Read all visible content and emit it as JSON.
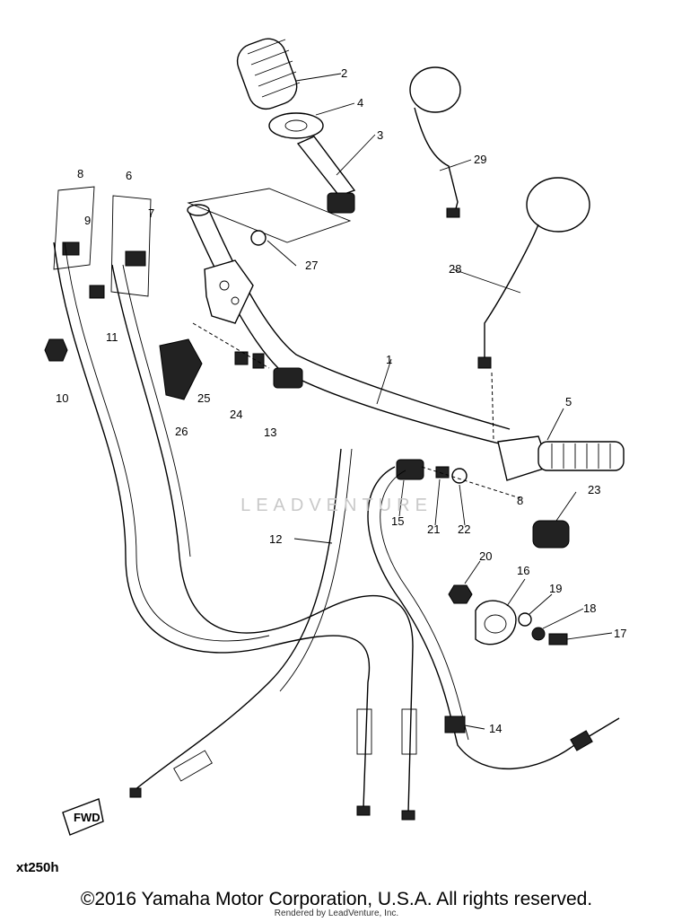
{
  "diagram": {
    "callouts": [
      "2",
      "4",
      "3",
      "29",
      "8",
      "6",
      "9",
      "7",
      "27",
      "28",
      "11",
      "10",
      "26",
      "25",
      "24",
      "13",
      "1",
      "5",
      "23",
      "15",
      "21",
      "22",
      "8",
      "12",
      "20",
      "16",
      "19",
      "18",
      "17",
      "14"
    ],
    "fwd_label": "FWD"
  },
  "watermark": "LEADVENTURE",
  "footer": {
    "model_code": "xt250h",
    "copyright": "©2016 Yamaha Motor Corporation, U.S.A. All rights reserved.",
    "rendered_by": "Rendered by LeadVenture, Inc."
  }
}
